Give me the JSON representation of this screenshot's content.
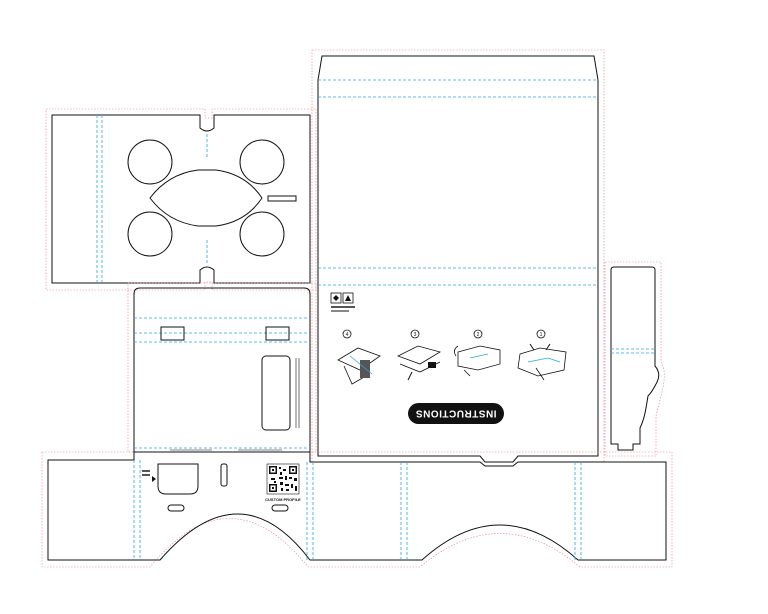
{
  "template": {
    "instructions_label": "INSTRUCTIONS",
    "step_numbers": [
      "4",
      "3",
      "2",
      "1"
    ],
    "qr_caption": "CUSTOM PROFILE",
    "colors": {
      "cut_line": "#111111",
      "fold_line": "#29a8e0",
      "bleed_line": "#e87a8a",
      "label_fill": "#111111",
      "label_text": "#ffffff"
    },
    "icons": [
      "recycle-icon",
      "warning-icon",
      "qr-code-icon",
      "arrow-icon"
    ]
  }
}
